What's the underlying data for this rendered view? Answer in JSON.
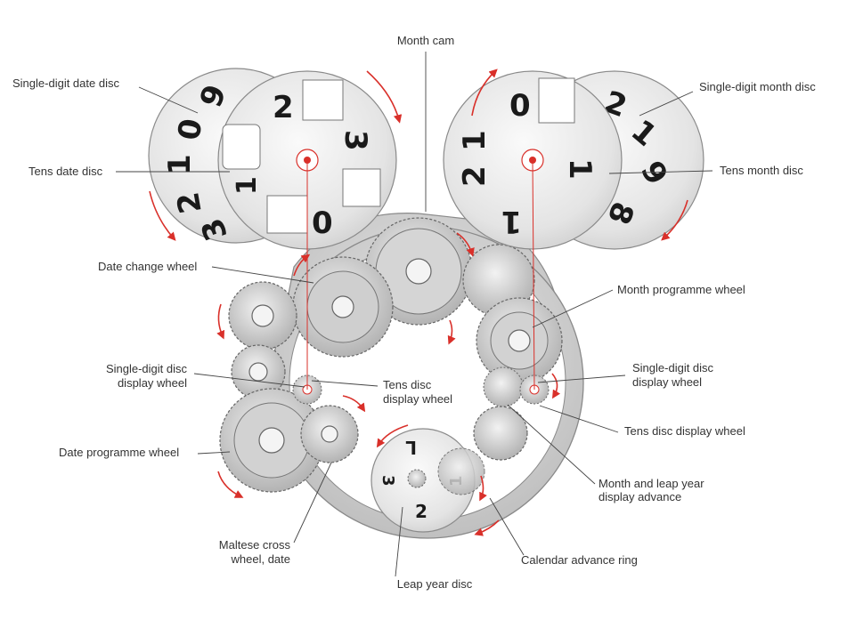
{
  "labels": {
    "month_cam": "Month cam",
    "single_digit_date_disc": "Single-digit date disc",
    "tens_date_disc": "Tens date disc",
    "single_digit_month_disc": "Single-digit month disc",
    "tens_month_disc": "Tens month disc",
    "date_change_wheel": "Date change wheel",
    "month_programme_wheel": "Month programme wheel",
    "single_digit_display_wheel_left_1": "Single-digit disc",
    "single_digit_display_wheel_left_2": "display wheel",
    "tens_display_wheel_left_1": "Tens disc",
    "tens_display_wheel_left_2": "display wheel",
    "single_digit_display_wheel_right_1": "Single-digit disc",
    "single_digit_display_wheel_right_2": "display wheel",
    "tens_display_wheel_right": "Tens disc display wheel",
    "date_programme_wheel": "Date programme wheel",
    "month_leap_advance_1": "Month and leap year",
    "month_leap_advance_2": "display advance",
    "maltese_cross_1": "Maltese cross",
    "maltese_cross_2": "wheel, date",
    "calendar_advance_ring": "Calendar advance ring",
    "leap_year_disc": "Leap year disc"
  },
  "discs": {
    "single_digit_date": [
      "9",
      "0",
      "1",
      "2",
      "3"
    ],
    "tens_date": [
      "2",
      "3",
      "0",
      "1"
    ],
    "tens_month": [
      "0",
      "1",
      "1"
    ],
    "single_month_visible": [
      "2",
      "1",
      "9",
      "8"
    ],
    "month_on_tens": [
      "1",
      "2"
    ],
    "leap_year": [
      "L",
      "3",
      "2",
      "1"
    ]
  },
  "colors": {
    "accent_arrow": "#d9302a",
    "metal_light": "#e6e6e6",
    "metal_mid": "#c7c7c7",
    "metal_dark": "#8a8a8a"
  }
}
